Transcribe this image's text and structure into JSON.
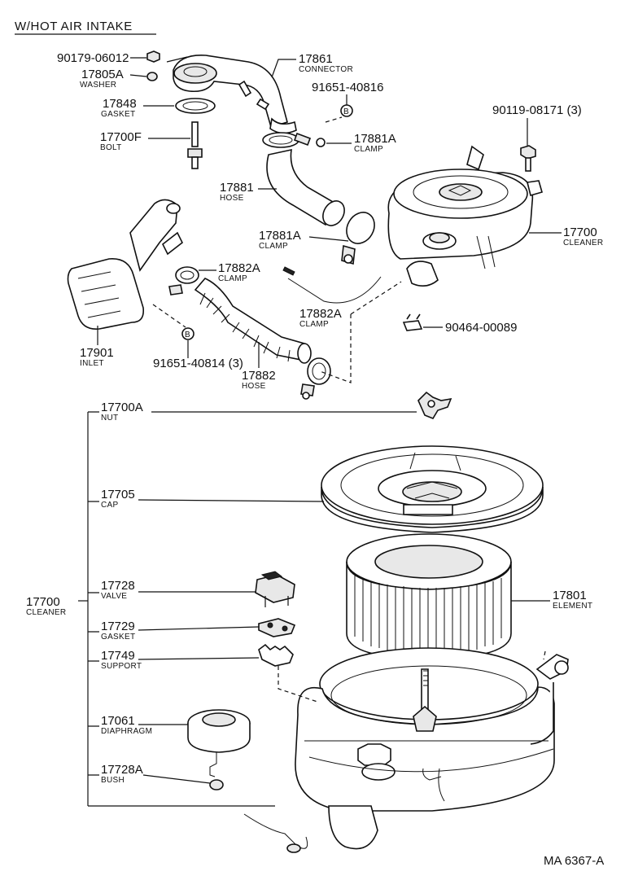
{
  "title": "W/HOT AIR INTAKE",
  "footer_code": "MA 6367-A",
  "parts": [
    {
      "number": "90179-06012",
      "name": ""
    },
    {
      "number": "17805A",
      "name": "WASHER"
    },
    {
      "number": "17848",
      "name": "GASKET"
    },
    {
      "number": "17700F",
      "name": "BOLT"
    },
    {
      "number": "17861",
      "name": "CONNECTOR"
    },
    {
      "number": "91651-40816",
      "name": ""
    },
    {
      "number": "90119-08171 (3)",
      "name": ""
    },
    {
      "number": "17881A",
      "name": "CLAMP"
    },
    {
      "number": "17881",
      "name": "HOSE"
    },
    {
      "number": "17881A",
      "name": "CLAMP"
    },
    {
      "number": "17700",
      "name": "CLEANER"
    },
    {
      "number": "17882A",
      "name": "CLAMP"
    },
    {
      "number": "17882A",
      "name": "CLAMP"
    },
    {
      "number": "90464-00089",
      "name": ""
    },
    {
      "number": "17901",
      "name": "INLET"
    },
    {
      "number": "91651-40814 (3)",
      "name": ""
    },
    {
      "number": "17882",
      "name": "HOSE"
    },
    {
      "number": "17700A",
      "name": "NUT"
    },
    {
      "number": "17705",
      "name": "CAP"
    },
    {
      "number": "17700",
      "name": "CLEANER"
    },
    {
      "number": "17728",
      "name": "VALVE"
    },
    {
      "number": "17801",
      "name": "ELEMENT"
    },
    {
      "number": "17729",
      "name": "GASKET"
    },
    {
      "number": "17749",
      "name": "SUPPORT"
    },
    {
      "number": "17061",
      "name": "DIAPHRAGM"
    },
    {
      "number": "17728A",
      "name": "BUSH"
    }
  ],
  "circle_marker": "B"
}
